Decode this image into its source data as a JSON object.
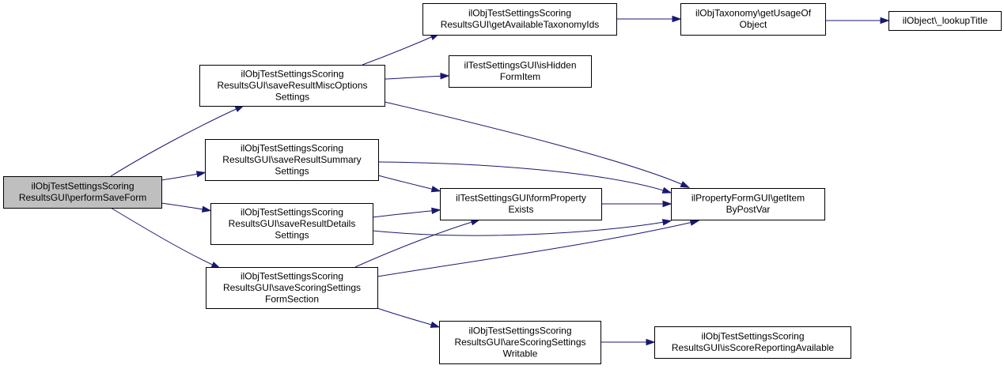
{
  "diagram": {
    "colors": {
      "edge": "#191970",
      "node_border": "#000000",
      "active_fill": "#bfbfbf",
      "background": "#ffffff"
    },
    "nodes": [
      {
        "id": "performSaveForm",
        "lines": [
          "ilObjTestSettingsScoring",
          "ResultsGUI\\performSaveForm"
        ],
        "active": true
      },
      {
        "id": "saveResultMiscOptionsSettings",
        "lines": [
          "ilObjTestSettingsScoring",
          "ResultsGUI\\saveResultMiscOptions",
          "Settings"
        ]
      },
      {
        "id": "saveResultSummarySettings",
        "lines": [
          "ilObjTestSettingsScoring",
          "ResultsGUI\\saveResultSummary",
          "Settings"
        ]
      },
      {
        "id": "saveResultDetailsSettings",
        "lines": [
          "ilObjTestSettingsScoring",
          "ResultsGUI\\saveResultDetails",
          "Settings"
        ]
      },
      {
        "id": "saveScoringSettingsFormSection",
        "lines": [
          "ilObjTestSettingsScoring",
          "ResultsGUI\\saveScoringSettings",
          "FormSection"
        ]
      },
      {
        "id": "getAvailableTaxonomyIds",
        "lines": [
          "ilObjTestSettingsScoring",
          "ResultsGUI\\getAvailableTaxonomyIds"
        ]
      },
      {
        "id": "isHiddenFormItem",
        "lines": [
          "ilTestSettingsGUI\\isHidden",
          "FormItem"
        ]
      },
      {
        "id": "formPropertyExists",
        "lines": [
          "ilTestSettingsGUI\\formProperty",
          "Exists"
        ]
      },
      {
        "id": "areScoringSettingsWritable",
        "lines": [
          "ilObjTestSettingsScoring",
          "ResultsGUI\\areScoringSettings",
          "Writable"
        ]
      },
      {
        "id": "getUsageOfObject",
        "lines": [
          "ilObjTaxonomy\\getUsageOf",
          "Object"
        ]
      },
      {
        "id": "getItemByPostVar",
        "lines": [
          "ilPropertyFormGUI\\getItem",
          "ByPostVar"
        ]
      },
      {
        "id": "isScoreReportingAvailable",
        "lines": [
          "ilObjTestSettingsScoring",
          "ResultsGUI\\isScoreReportingAvailable"
        ]
      },
      {
        "id": "lookupTitle",
        "lines": [
          "ilObject\\_lookupTitle"
        ]
      }
    ],
    "edges": [
      {
        "from": "performSaveForm",
        "to": "saveResultMiscOptionsSettings"
      },
      {
        "from": "performSaveForm",
        "to": "saveResultSummarySettings"
      },
      {
        "from": "performSaveForm",
        "to": "saveResultDetailsSettings"
      },
      {
        "from": "performSaveForm",
        "to": "saveScoringSettingsFormSection"
      },
      {
        "from": "saveResultMiscOptionsSettings",
        "to": "getAvailableTaxonomyIds"
      },
      {
        "from": "saveResultMiscOptionsSettings",
        "to": "isHiddenFormItem"
      },
      {
        "from": "saveResultMiscOptionsSettings",
        "to": "getItemByPostVar"
      },
      {
        "from": "getAvailableTaxonomyIds",
        "to": "getUsageOfObject"
      },
      {
        "from": "getUsageOfObject",
        "to": "lookupTitle"
      },
      {
        "from": "saveResultSummarySettings",
        "to": "formPropertyExists"
      },
      {
        "from": "saveResultSummarySettings",
        "to": "getItemByPostVar"
      },
      {
        "from": "saveResultDetailsSettings",
        "to": "formPropertyExists"
      },
      {
        "from": "saveResultDetailsSettings",
        "to": "getItemByPostVar"
      },
      {
        "from": "formPropertyExists",
        "to": "getItemByPostVar"
      },
      {
        "from": "saveScoringSettingsFormSection",
        "to": "formPropertyExists"
      },
      {
        "from": "saveScoringSettingsFormSection",
        "to": "getItemByPostVar"
      },
      {
        "from": "saveScoringSettingsFormSection",
        "to": "areScoringSettingsWritable"
      },
      {
        "from": "areScoringSettingsWritable",
        "to": "isScoreReportingAvailable"
      }
    ]
  }
}
